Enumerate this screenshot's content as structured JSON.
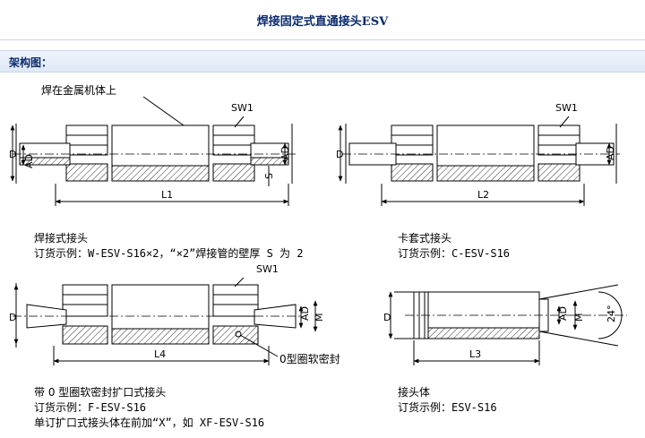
{
  "page": {
    "title": "焊接固定式直通接头ESV",
    "section_label": "架构图："
  },
  "diagrams": {
    "weld": {
      "callout": "焊在金属机体上",
      "labels": {
        "d": "D",
        "ad": "AD",
        "s": "S",
        "sw": "SW1",
        "length": "L1"
      },
      "caption_title": "焊接式接头",
      "caption_order": "订货示例：W-ESV-S16×2，“×2”焊接管的壁厚 S 为 2"
    },
    "ferrule": {
      "labels": {
        "d": "D",
        "ad": "AD",
        "sw": "SW1",
        "length": "L2"
      },
      "caption_title": "卡套式接头",
      "caption_order": "订货示例：C-ESV-S16"
    },
    "flared": {
      "callout": "0型圈软密封",
      "labels": {
        "d": "D",
        "ad": "AD",
        "m": "M",
        "sw": "SW1",
        "length": "L4"
      },
      "caption_title": "带 0 型圈软密封扩口式接头",
      "caption_order": "订货示例：F-ESV-S16",
      "caption_note": "单订扩口式接头体在前加“X”，如 XF-ESV-S16"
    },
    "body": {
      "labels": {
        "d": "D",
        "ad": "AD",
        "m": "M",
        "angle": "24°",
        "length": "L3"
      },
      "caption_title": "接头体",
      "caption_order": "订货示例：ESV-S16"
    }
  },
  "colors": {
    "title": "#0a2a6c",
    "section_bg": "#e6eef9",
    "line": "#000000"
  }
}
